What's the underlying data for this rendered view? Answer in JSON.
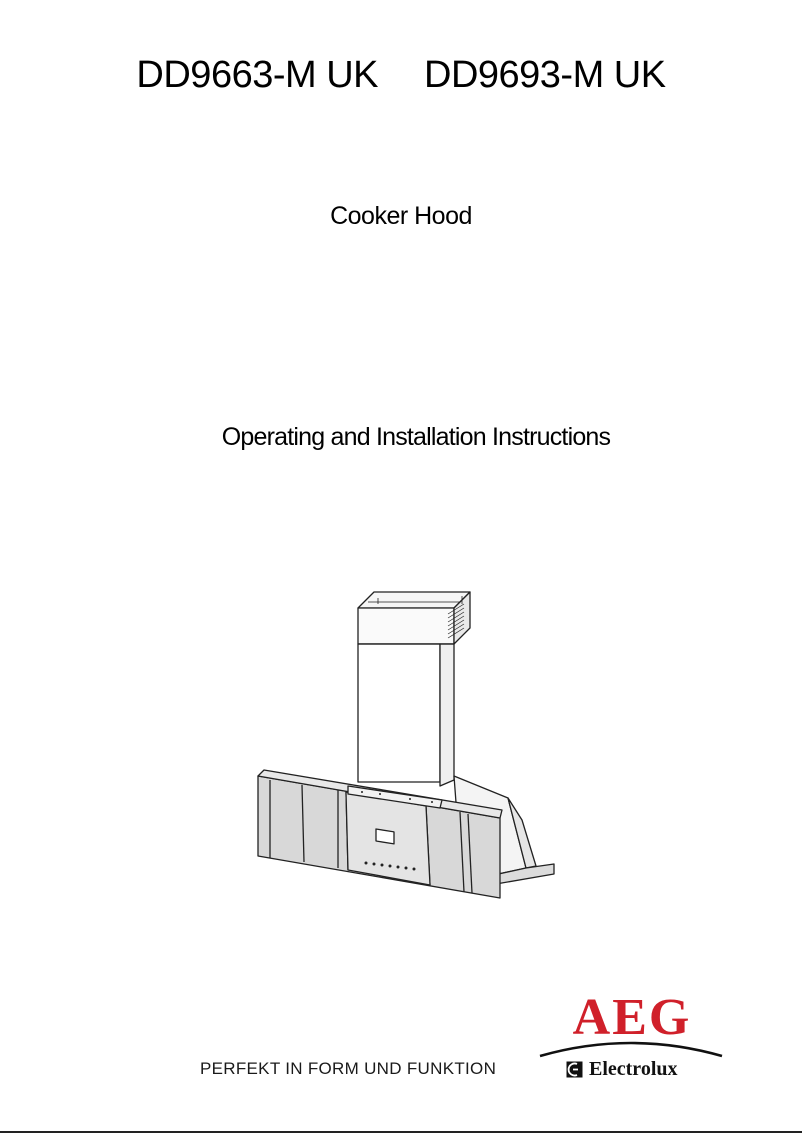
{
  "header": {
    "models": [
      "DD9663-M UK",
      "DD9693-M UK"
    ],
    "subtitle": "Cooker Hood",
    "document_title": "Operating and Installation Instructions"
  },
  "illustration": {
    "icon": "cooker-hood-drawing"
  },
  "footer": {
    "slogan": "PERFEKT IN FORM UND FUNKTION",
    "brand_primary": "AEG",
    "brand_secondary": "Electrolux",
    "brand_color": "#d0202a"
  }
}
